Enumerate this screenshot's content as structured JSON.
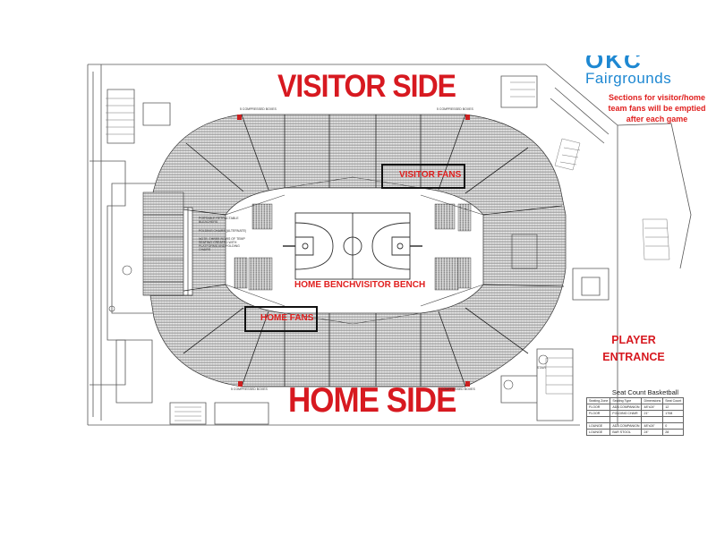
{
  "logo": {
    "line1": "OKC",
    "line2": "Fairgrounds"
  },
  "titles": {
    "visitor_side": "VISITOR SIDE",
    "home_side": "HOME SIDE"
  },
  "note": "Sections for visitor/home team fans will be emptied after each game",
  "labels": {
    "visitor_fans": "VISITOR FANS",
    "home_fans": "HOME FANS",
    "home_bench": "HOME BENCH",
    "visitor_bench": "VISITOR BENCH",
    "player_entrance": "PLAYER ENTRANCE"
  },
  "plan_text": {
    "compressed_top_left": "5 COMPRESSED BOXES",
    "compressed_top_right": "5 COMPRESSED BOXES",
    "compressed_bottom_left": "5 COMPRESSED BOXES",
    "compressed_bottom_right": "5 COMPRESSED BOXES",
    "bleachers": "PORTABLE RETRACTABLE BLEACHERS",
    "folding_chairs": "FOLDING CHAIRS (ALTERNATE)",
    "note_text": "NOTE: THREE ROWS OF TEMP SEATING CREATED WITH PLATFORMS AND FOLDING CHAIRS",
    "stair": "STAIR"
  },
  "seat_count": {
    "title": "Seat Count Basketball",
    "headers": [
      "Seating Zone",
      "Seating Type",
      "Dimensions",
      "Seat Count"
    ],
    "rows": [
      [
        "FLOOR",
        "ADA COMPANION",
        "48\"x24\"",
        "12"
      ],
      [
        "FLOOR",
        "FOLDING CHAIR",
        "21\"",
        "1708"
      ],
      [
        "",
        "",
        "",
        ""
      ],
      [
        "LOUNGE",
        "ADA COMPANION",
        "48\"x24\"",
        "0"
      ],
      [
        "LOUNGE",
        "BAR STOOL",
        "24\"",
        "28"
      ]
    ]
  },
  "colors": {
    "title_red": "#d71920",
    "logo_blue": "#1e88d2",
    "line": "#555555"
  }
}
